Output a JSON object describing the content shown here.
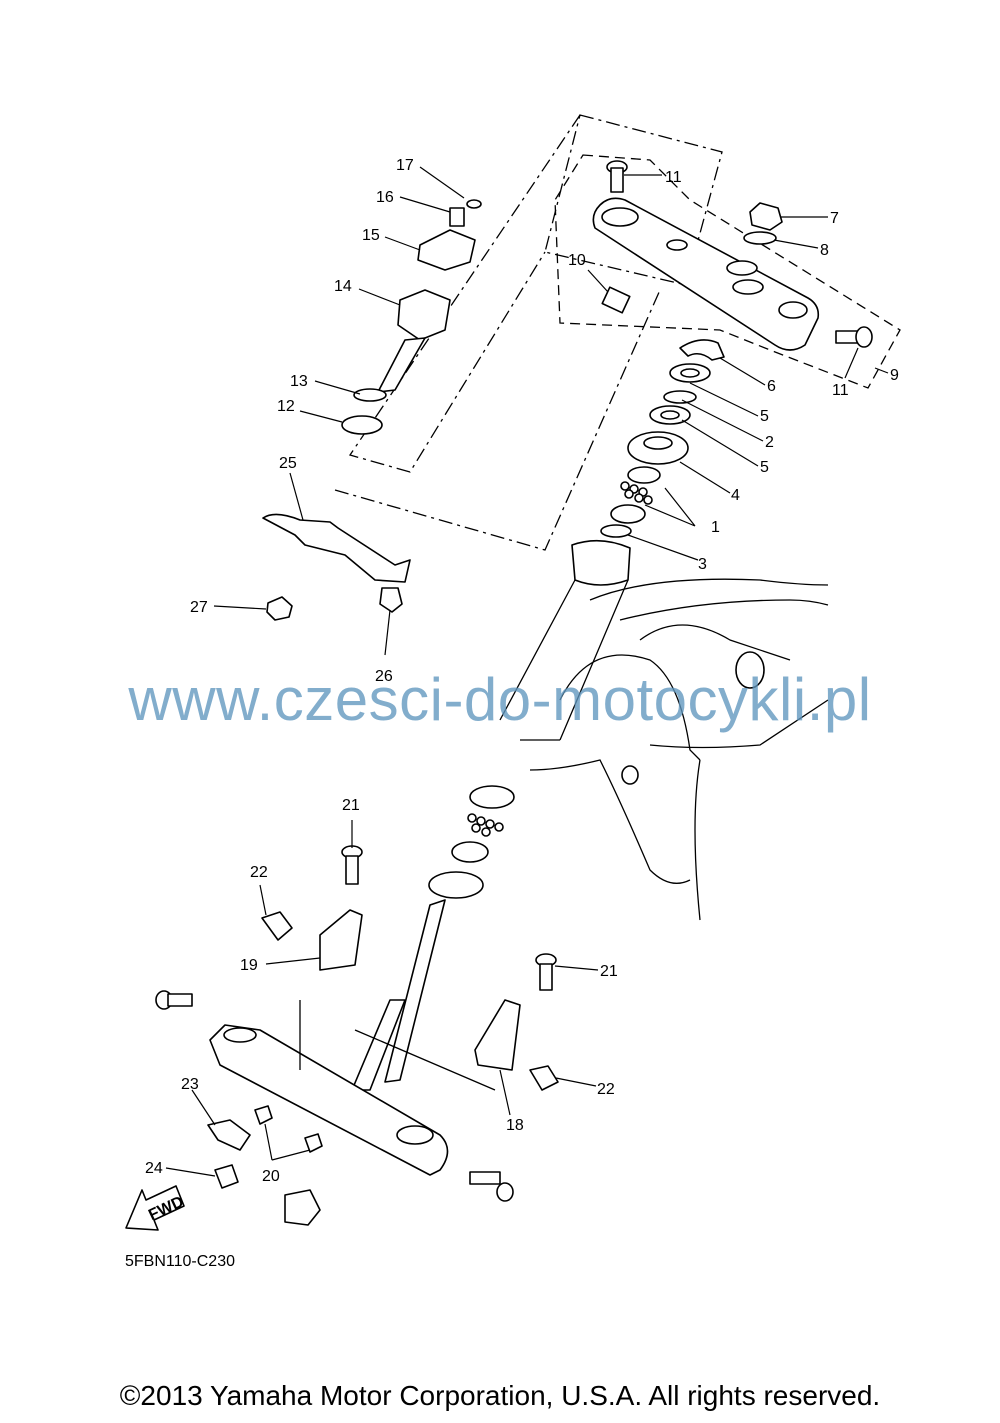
{
  "callouts": [
    {
      "id": "c1",
      "label": "1"
    },
    {
      "id": "c2",
      "label": "2"
    },
    {
      "id": "c3",
      "label": "3"
    },
    {
      "id": "c4",
      "label": "4"
    },
    {
      "id": "c5a",
      "label": "5"
    },
    {
      "id": "c5b",
      "label": "5"
    },
    {
      "id": "c6",
      "label": "6"
    },
    {
      "id": "c7",
      "label": "7"
    },
    {
      "id": "c8",
      "label": "8"
    },
    {
      "id": "c9",
      "label": "9"
    },
    {
      "id": "c10",
      "label": "10"
    },
    {
      "id": "c11a",
      "label": "11"
    },
    {
      "id": "c11b",
      "label": "11"
    },
    {
      "id": "c12",
      "label": "12"
    },
    {
      "id": "c13",
      "label": "13"
    },
    {
      "id": "c14",
      "label": "14"
    },
    {
      "id": "c15",
      "label": "15"
    },
    {
      "id": "c16",
      "label": "16"
    },
    {
      "id": "c17",
      "label": "17"
    },
    {
      "id": "c18",
      "label": "18"
    },
    {
      "id": "c19",
      "label": "19"
    },
    {
      "id": "c20",
      "label": "20"
    },
    {
      "id": "c21a",
      "label": "21"
    },
    {
      "id": "c21b",
      "label": "21"
    },
    {
      "id": "c22a",
      "label": "22"
    },
    {
      "id": "c22b",
      "label": "22"
    },
    {
      "id": "c23",
      "label": "23"
    },
    {
      "id": "c24",
      "label": "24"
    },
    {
      "id": "c25",
      "label": "25"
    },
    {
      "id": "c26",
      "label": "26"
    },
    {
      "id": "c27",
      "label": "27"
    }
  ],
  "fwd_label": "FWD",
  "diagram_code": "5FBN110-C230",
  "watermark": "www.czesci-do-motocykli.pl",
  "copyright": "©2013 Yamaha Motor Corporation, U.S.A. All rights reserved.",
  "colors": {
    "watermark": "#5f96be",
    "line": "#000000",
    "background": "#ffffff"
  }
}
